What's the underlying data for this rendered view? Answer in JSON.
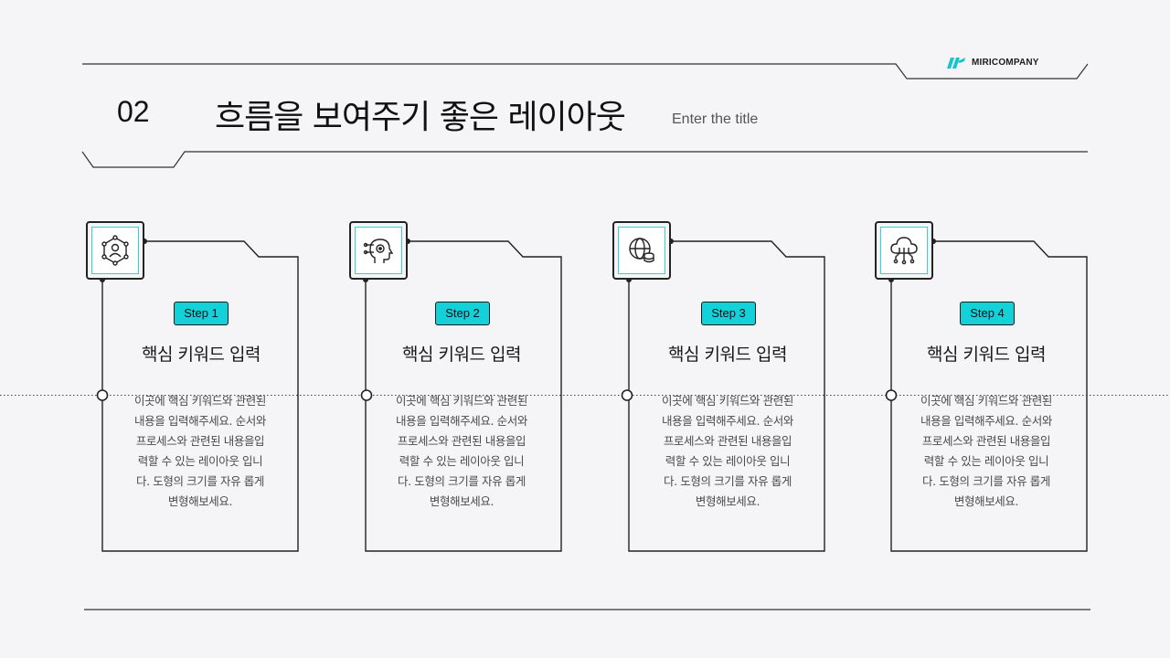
{
  "brand": {
    "name": "MIRICOMPANY"
  },
  "header": {
    "number": "02",
    "title": "흐름을 보여주기 좋은 레이아웃",
    "subtitle": "Enter the title"
  },
  "colors": {
    "accent": "#14d0d8",
    "line": "#222222",
    "background": "#f5f5f7"
  },
  "steps": [
    {
      "badge": "Step 1",
      "icon": "network-people-icon",
      "title": "핵심 키워드 입력",
      "lines": [
        "이곳에 핵심 키워드와 관련된",
        "내용을 입력해주세요. 순서와",
        "프로세스와 관련된 내용을입",
        "력할 수 있는 레이아웃 입니",
        "다. 도형의 크기를 자유 롭게",
        "변형해보세요."
      ]
    },
    {
      "badge": "Step 2",
      "icon": "ai-head-icon",
      "title": "핵심 키워드 입력",
      "lines": [
        "이곳에 핵심 키워드와 관련된",
        "내용을 입력해주세요. 순서와",
        "프로세스와 관련된 내용을입",
        "력할 수 있는 레이아웃 입니",
        "다. 도형의 크기를 자유 롭게",
        "변형해보세요."
      ]
    },
    {
      "badge": "Step 3",
      "icon": "globe-database-icon",
      "title": "핵심 키워드 입력",
      "lines": [
        "이곳에 핵심 키워드와 관련된",
        "내용을 입력해주세요. 순서와",
        "프로세스와 관련된 내용을입",
        "력할 수 있는 레이아웃 입니",
        "다. 도형의 크기를 자유 롭게",
        "변형해보세요."
      ]
    },
    {
      "badge": "Step 4",
      "icon": "cloud-network-icon",
      "title": "핵심 키워드 입력",
      "lines": [
        "이곳에 핵심 키워드와 관련된",
        "내용을 입력해주세요. 순서와",
        "프로세스와 관련된 내용을입",
        "력할 수 있는 레이아웃 입니",
        "다. 도형의 크기를 자유 롭게",
        "변형해보세요."
      ]
    }
  ]
}
